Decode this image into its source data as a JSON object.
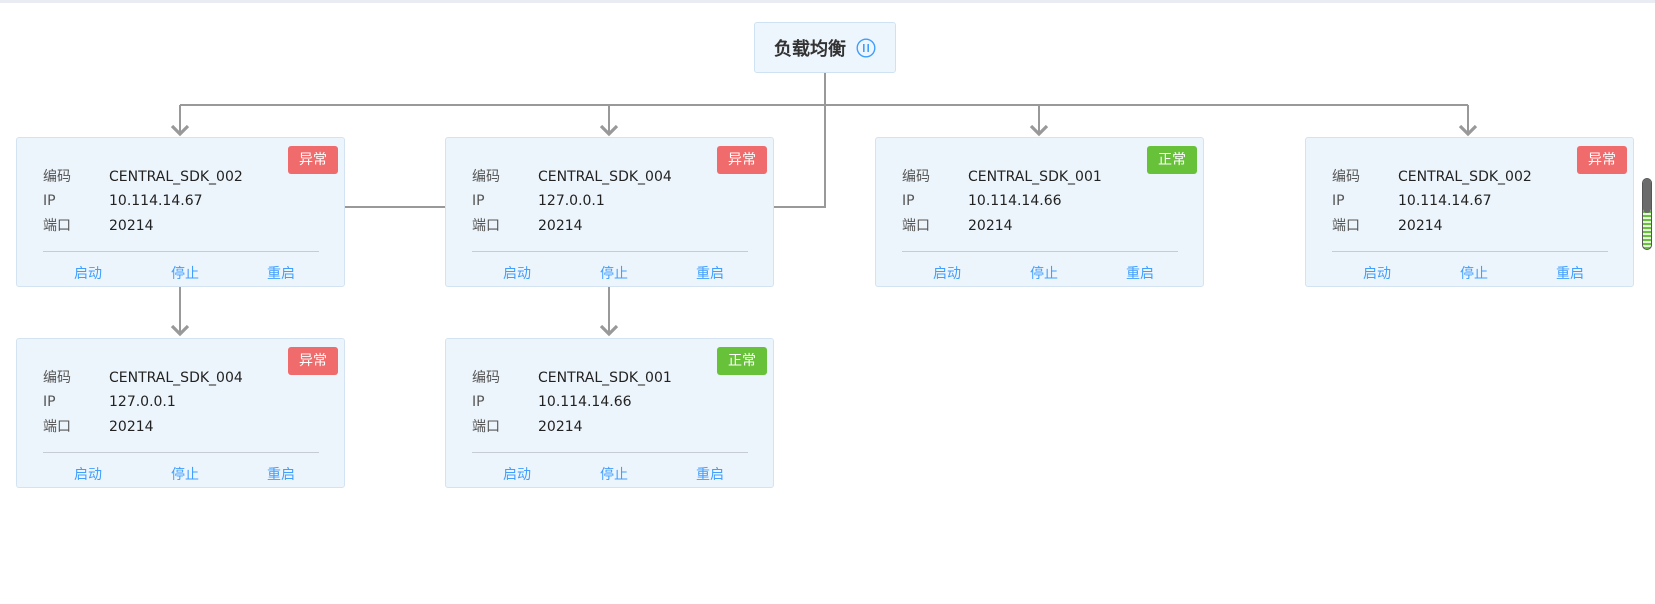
{
  "root": {
    "title": "负载均衡",
    "icon": "pause-circle-icon"
  },
  "labels": {
    "code": "编码",
    "ip": "IP",
    "port": "端口"
  },
  "actions": {
    "start": "启动",
    "stop": "停止",
    "restart": "重启"
  },
  "colors": {
    "abnormal": "#f06b6b",
    "normal": "#67c23a",
    "accent": "#409eff"
  },
  "nodes": [
    {
      "status": "异常",
      "code": "CENTRAL_SDK_002",
      "ip": "10.114.14.67",
      "port": "20214"
    },
    {
      "status": "异常",
      "code": "CENTRAL_SDK_004",
      "ip": "127.0.0.1",
      "port": "20214"
    },
    {
      "status": "正常",
      "code": "CENTRAL_SDK_001",
      "ip": "10.114.14.66",
      "port": "20214"
    },
    {
      "status": "异常",
      "code": "CENTRAL_SDK_002",
      "ip": "10.114.14.67",
      "port": "20214"
    },
    {
      "status": "异常",
      "code": "CENTRAL_SDK_004",
      "ip": "127.0.0.1",
      "port": "20214"
    },
    {
      "status": "正常",
      "code": "CENTRAL_SDK_001",
      "ip": "10.114.14.66",
      "port": "20214"
    }
  ]
}
